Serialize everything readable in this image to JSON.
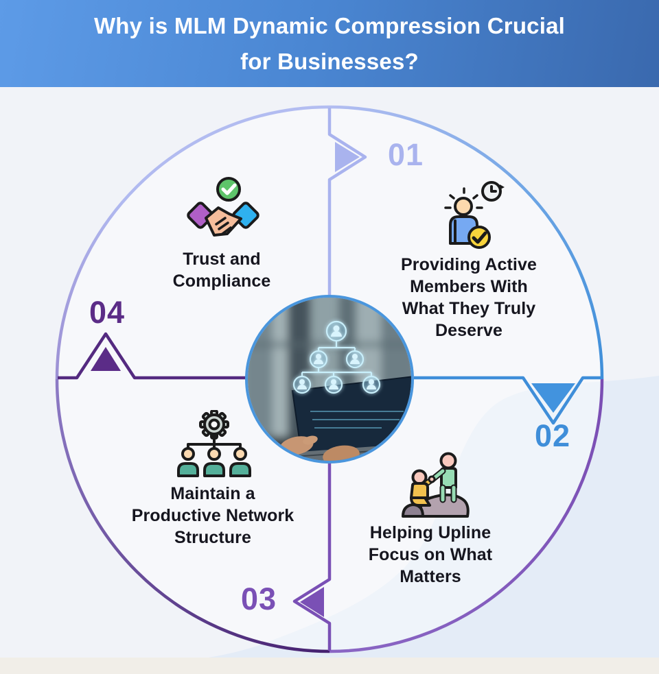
{
  "header": {
    "title": "Why is MLM Dynamic Compression Crucial\nfor Businesses?",
    "bg_gradient": [
      "#5d9be7",
      "#3a69ae"
    ],
    "text_color": "#ffffff"
  },
  "diagram": {
    "type": "circular-cycle-infographic",
    "center_image_alt": "hands typing on a laptop with a glowing holographic MLM network hierarchy",
    "center_ring_color": "#4a96dd",
    "steps": [
      {
        "number": "01",
        "label": "Providing Active\nMembers With\nWhat They Truly\nDeserve",
        "color": "#a9b3ee",
        "icon": "person-time-check-icon"
      },
      {
        "number": "02",
        "label": "Helping Upline\nFocus on What\nMatters",
        "color": "#3f8ed9",
        "icon": "helping-hand-icon"
      },
      {
        "number": "03",
        "label": "Maintain a\nProductive Network\nStructure",
        "color": "#7a50b5",
        "icon": "gear-team-structure-icon"
      },
      {
        "number": "04",
        "label": "Trust and\nCompliance",
        "color": "#5b2c87",
        "icon": "handshake-compliance-icon"
      }
    ]
  }
}
